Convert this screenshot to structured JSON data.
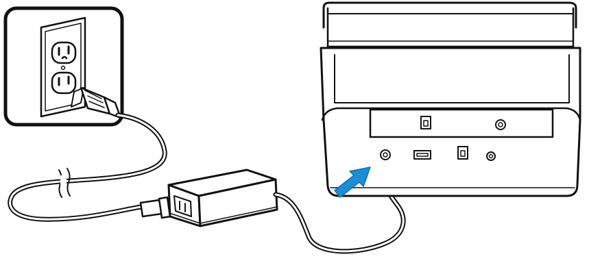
{
  "figure": {
    "type": "connection-diagram",
    "components": [
      {
        "id": "wall-outlet",
        "icon": "wall-outlet-icon"
      },
      {
        "id": "power-cord",
        "icon": "power-plug-icon"
      },
      {
        "id": "ac-adapter",
        "icon": "power-adapter-icon"
      },
      {
        "id": "scanner-rear",
        "icon": "scanner-icon"
      }
    ],
    "ports": [
      "usb-port",
      "usb-port-b",
      "round-jack",
      "power-jack"
    ],
    "arrow": {
      "points_to": "power-jack",
      "color": "#1a8fd6"
    },
    "colors": {
      "stroke": "#111111",
      "fill": "#ffffff",
      "accent": "#1a8fd6"
    }
  }
}
